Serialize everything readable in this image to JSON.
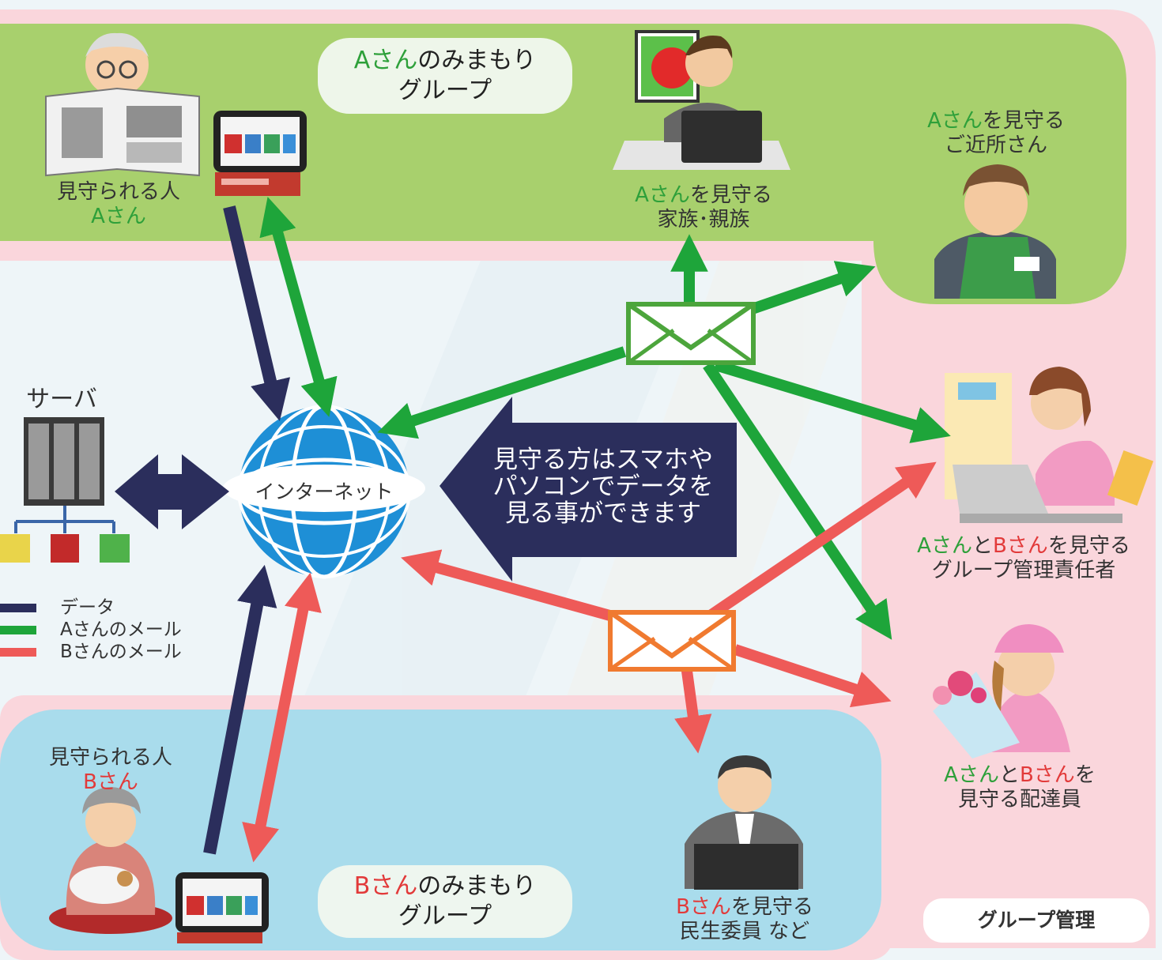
{
  "colors": {
    "pink_band": "#fad6dc",
    "green_group": "#a8d06d",
    "blue_group": "#a9dcec",
    "data_arrow": "#2b2e5c",
    "a_mail": "#1ea53a",
    "b_mail": "#ee5a58",
    "callout_bg": "#2b2e5c"
  },
  "groupA": {
    "title_name": "Aさん",
    "title_rest": "のみまもり",
    "title_line2": "グループ"
  },
  "groupB": {
    "title_name": "Bさん",
    "title_rest": "のみまもり",
    "title_line2": "グループ"
  },
  "people": {
    "watched_a": {
      "line1": "見守られる人",
      "line2": "Aさん"
    },
    "family": {
      "name": "Aさん",
      "rest": "を見守る",
      "line2": "家族･親族"
    },
    "neighbor": {
      "name": "Aさん",
      "rest": "を見守る",
      "line2": "ご近所さん"
    },
    "manager": {
      "name_a": "Aさん",
      "and": "と",
      "name_b": "Bさん",
      "rest": "を見守る",
      "line2": "グループ管理責任者"
    },
    "delivery": {
      "name_a": "Aさん",
      "and": "と",
      "name_b": "Bさん",
      "rest": "を",
      "line2": "見守る配達員"
    },
    "welfare": {
      "name": "Bさん",
      "rest": "を見守る",
      "line2": "民生委員 など"
    },
    "watched_b": {
      "line1": "見守られる人",
      "line2": "Bさん"
    }
  },
  "server": {
    "label": "サーバ"
  },
  "internet": {
    "label": "インターネット"
  },
  "callout": {
    "line1": "見守る方はスマホや",
    "line2": "パソコンでデータを",
    "line3": "見る事ができます"
  },
  "legend": [
    {
      "label": "データ",
      "color": "#2b2e5c"
    },
    {
      "label": "Aさんのメール",
      "color": "#1ea53a"
    },
    {
      "label": "Bさんのメール",
      "color": "#ee5a58"
    }
  ],
  "group_manage": {
    "label": "グループ管理"
  }
}
